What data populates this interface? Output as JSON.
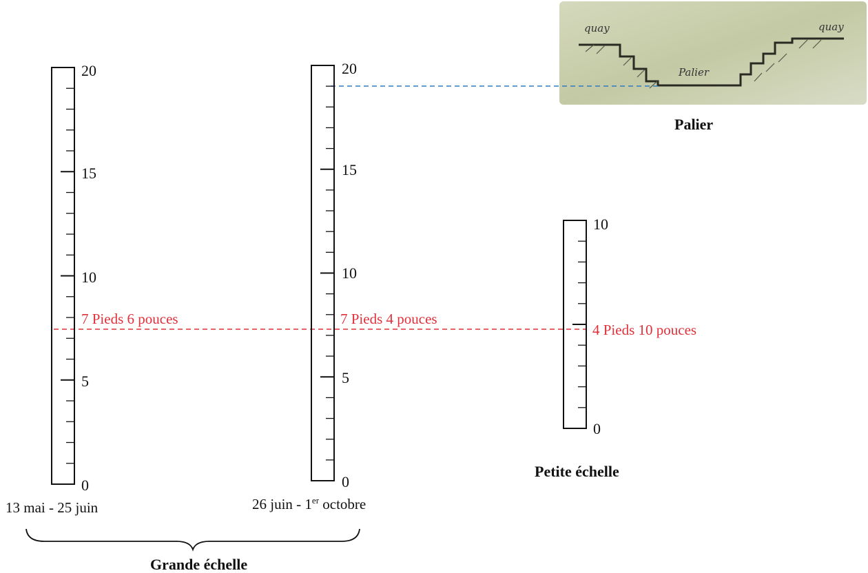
{
  "colors": {
    "ink": "#111111",
    "level_line": "#e0303a",
    "palier_line": "#2f7ac0",
    "sketch_paper": "#c9cfae"
  },
  "scales": [
    {
      "id": "scale-1",
      "name": "grande-echelle-1",
      "max": 20,
      "labels": [
        "20",
        "15",
        "10",
        "5",
        "0"
      ],
      "period": "13 mai - 25 juin",
      "reading": "7 Pieds 6 pouces"
    },
    {
      "id": "scale-2",
      "name": "grande-echelle-2",
      "max": 20,
      "labels": [
        "20",
        "15",
        "10",
        "5",
        "0"
      ],
      "period_main": "26 juin - 1",
      "period_sup": "er",
      "period_tail": " octobre",
      "reading": "7 Pieds 4 pouces"
    },
    {
      "id": "scale-3",
      "name": "petite-echelle",
      "max": 10,
      "labels": [
        "10",
        "0"
      ],
      "reading": "4 Pieds 10 pouces"
    }
  ],
  "group_title": "Grande échelle",
  "petite_title": "Petite échelle",
  "palier": {
    "title": "Palier",
    "sketch_text_left": "quay",
    "sketch_text_right": "quay",
    "sketch_text_center": "Palier"
  }
}
